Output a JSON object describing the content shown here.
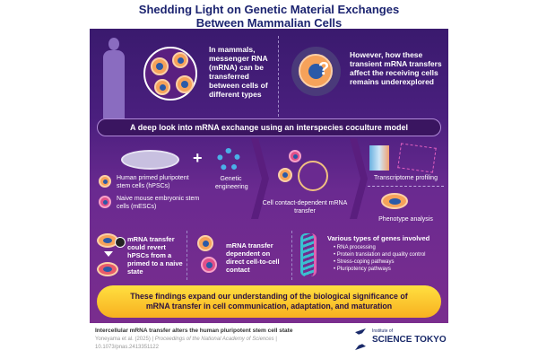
{
  "title": {
    "line1": "Shedding Light on Genetic Material Exchanges",
    "line2": "Between Mammalian Cells"
  },
  "intro": {
    "left": "In mammals, messenger RNA (mRNA) can be transferred between cells of different types",
    "right": "However, how these transient mRNA transfers affect the receiving cells remains underexplored",
    "question_mark": "?"
  },
  "model": {
    "banner": "A deep look into mRNA exchange using an interspecies coculture model",
    "plus": "+",
    "legend_hpsc": "Human primed pluripotent stem cells (hPSCs)",
    "legend_mesc": "Naive mouse embryonic stem cells (mESCs)",
    "genetic": "Genetic engineering",
    "transfer": "Cell contact-dependent mRNA transfer",
    "transcriptome": "Transcriptome profiling",
    "phenotype": "Phenotype analysis"
  },
  "results": {
    "revert": "mRNA transfer could revert hPSCs from a primed to a naive state",
    "contact": "mRNA transfer dependent on direct cell-to-cell contact",
    "genes_title": "Various types of genes involved",
    "genes": [
      "RNA processing",
      "Protein translation and quality control",
      "Stress-coping pathways",
      "Pluripotency pathways"
    ]
  },
  "conclusion": "These findings expand our understanding of the biological significance of mRNA transfer in cell communication, adaptation, and maturation",
  "footer": {
    "paper_title": "Intercellular mRNA transfer alters the human pluripotent stem cell state",
    "authors": "Yoneyama et al. (2025)",
    "journal": "| Proceedings of the National Academy of Sciences |",
    "doi": "10.1073/pnas.2413351122",
    "logo_small": "Institute of",
    "logo_big": "SCIENCE TOKYO"
  }
}
